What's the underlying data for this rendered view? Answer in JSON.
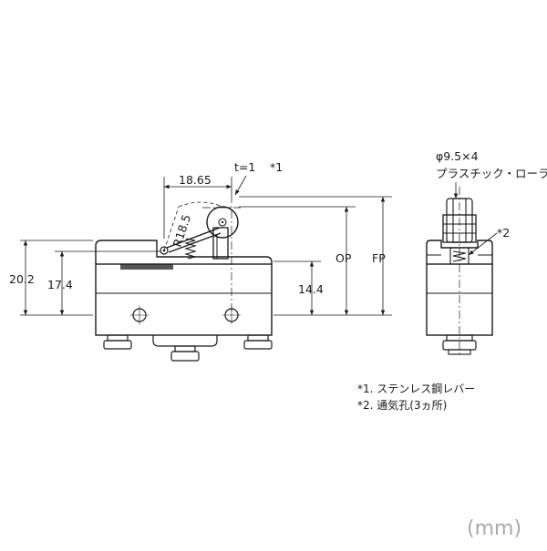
{
  "labels": {
    "lever_thickness": "t=1",
    "lever_note_ref": "*1",
    "dim_horizontal": "18.65",
    "dim_radius": "R18.5",
    "dim_op": "OP",
    "dim_fp": "FP",
    "dim_height_1": "20.2",
    "dim_height_2": "17.4",
    "dim_height_3": "14.4",
    "roller_size": "φ9.5×4",
    "roller_type": "プラスチック・ローラ",
    "vent_note_ref": "*2"
  },
  "notes": [
    "*1. ステンレス鋼レバー",
    "*2. 通気孔(3ヵ所)"
  ],
  "unit": "(mm)"
}
